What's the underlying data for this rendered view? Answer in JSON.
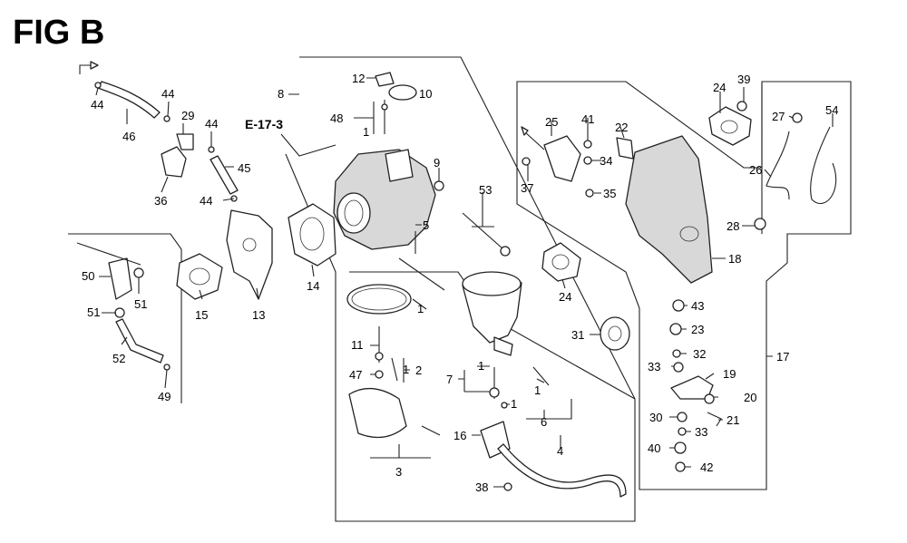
{
  "figure_title": "FIG B",
  "reference_label": "E-17-3",
  "callouts": [
    {
      "id": "44a",
      "label": "44"
    },
    {
      "id": "44b",
      "label": "44"
    },
    {
      "id": "44c",
      "label": "44"
    },
    {
      "id": "44d",
      "label": "44"
    },
    {
      "id": "46",
      "label": "46"
    },
    {
      "id": "29",
      "label": "29"
    },
    {
      "id": "36",
      "label": "36"
    },
    {
      "id": "45",
      "label": "45"
    },
    {
      "id": "50",
      "label": "50"
    },
    {
      "id": "51a",
      "label": "51"
    },
    {
      "id": "51b",
      "label": "51"
    },
    {
      "id": "52",
      "label": "52"
    },
    {
      "id": "49",
      "label": "49"
    },
    {
      "id": "15",
      "label": "15"
    },
    {
      "id": "13",
      "label": "13"
    },
    {
      "id": "14",
      "label": "14"
    },
    {
      "id": "8",
      "label": "8"
    },
    {
      "id": "12",
      "label": "12"
    },
    {
      "id": "10",
      "label": "10"
    },
    {
      "id": "48",
      "label": "48"
    },
    {
      "id": "1a",
      "label": "1"
    },
    {
      "id": "9",
      "label": "9"
    },
    {
      "id": "5",
      "label": "5"
    },
    {
      "id": "53",
      "label": "53"
    },
    {
      "id": "1b",
      "label": "1"
    },
    {
      "id": "11",
      "label": "11"
    },
    {
      "id": "47",
      "label": "47"
    },
    {
      "id": "1c",
      "label": "1"
    },
    {
      "id": "2",
      "label": "2"
    },
    {
      "id": "7",
      "label": "7"
    },
    {
      "id": "1d",
      "label": "1"
    },
    {
      "id": "1e",
      "label": "1"
    },
    {
      "id": "1f",
      "label": "1"
    },
    {
      "id": "6",
      "label": "6"
    },
    {
      "id": "3",
      "label": "3"
    },
    {
      "id": "16",
      "label": "16"
    },
    {
      "id": "4",
      "label": "4"
    },
    {
      "id": "38",
      "label": "38"
    },
    {
      "id": "25",
      "label": "25"
    },
    {
      "id": "41",
      "label": "41"
    },
    {
      "id": "22",
      "label": "22"
    },
    {
      "id": "34",
      "label": "34"
    },
    {
      "id": "35",
      "label": "35"
    },
    {
      "id": "37",
      "label": "37"
    },
    {
      "id": "24a",
      "label": "24"
    },
    {
      "id": "39",
      "label": "39"
    },
    {
      "id": "27",
      "label": "27"
    },
    {
      "id": "54",
      "label": "54"
    },
    {
      "id": "26",
      "label": "26"
    },
    {
      "id": "28",
      "label": "28"
    },
    {
      "id": "18",
      "label": "18"
    },
    {
      "id": "24b",
      "label": "24"
    },
    {
      "id": "31",
      "label": "31"
    },
    {
      "id": "43",
      "label": "43"
    },
    {
      "id": "23",
      "label": "23"
    },
    {
      "id": "32",
      "label": "32"
    },
    {
      "id": "33a",
      "label": "33"
    },
    {
      "id": "19",
      "label": "19"
    },
    {
      "id": "20",
      "label": "20"
    },
    {
      "id": "17",
      "label": "17"
    },
    {
      "id": "30",
      "label": "30"
    },
    {
      "id": "33b",
      "label": "33"
    },
    {
      "id": "21",
      "label": "21"
    },
    {
      "id": "40",
      "label": "40"
    },
    {
      "id": "42",
      "label": "42"
    }
  ]
}
